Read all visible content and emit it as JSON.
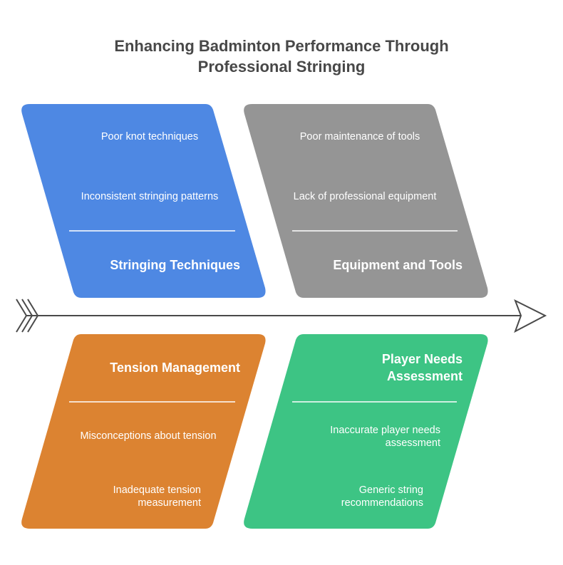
{
  "title": "Enhancing Badminton Performance Through Professional Stringing",
  "title_lines": [
    "Enhancing Badminton Performance Through",
    "Professional Stringing"
  ],
  "colors": {
    "stringing": "#4e88e3",
    "equipment": "#959595",
    "tension": "#dc8331",
    "player": "#3dc484",
    "spine": "#4a4a4a",
    "title": "#484848"
  },
  "categories": [
    {
      "id": "stringing",
      "label": "Stringing Techniques",
      "position": "top-left",
      "causes": [
        "Poor knot techniques",
        "Inconsistent stringing patterns"
      ]
    },
    {
      "id": "equipment",
      "label": "Equipment and Tools",
      "position": "top-right",
      "causes": [
        "Poor maintenance of tools",
        "Lack of professional equipment"
      ]
    },
    {
      "id": "tension",
      "label": "Tension Management",
      "position": "bottom-left",
      "causes": [
        "Misconceptions about tension",
        "Inadequate tension measurement"
      ]
    },
    {
      "id": "player",
      "label": "Player Needs Assessment",
      "position": "bottom-right",
      "causes": [
        "Inaccurate player needs assessment",
        "Generic string recommendations"
      ]
    }
  ],
  "icons": {
    "spine_tail": "fishbone-tail-icon",
    "spine_head": "arrow-head-icon"
  }
}
